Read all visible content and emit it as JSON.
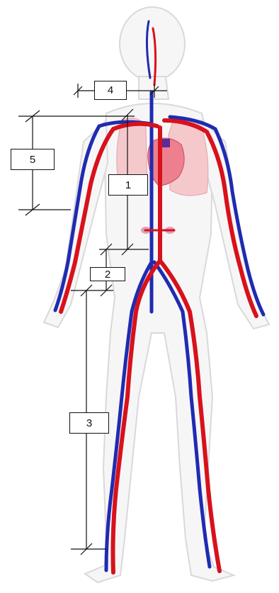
{
  "labels": {
    "segment_1": "1",
    "segment_2": "2",
    "segment_3": "3",
    "segment_4": "4",
    "segment_5": "5"
  },
  "colors": {
    "artery": "#d8111b",
    "vein": "#1f2bb0",
    "lung": "#f5c8cc",
    "heart": "#ee7f8e",
    "silhouette": "#e8e8ea",
    "dimension_line": "#111111"
  }
}
